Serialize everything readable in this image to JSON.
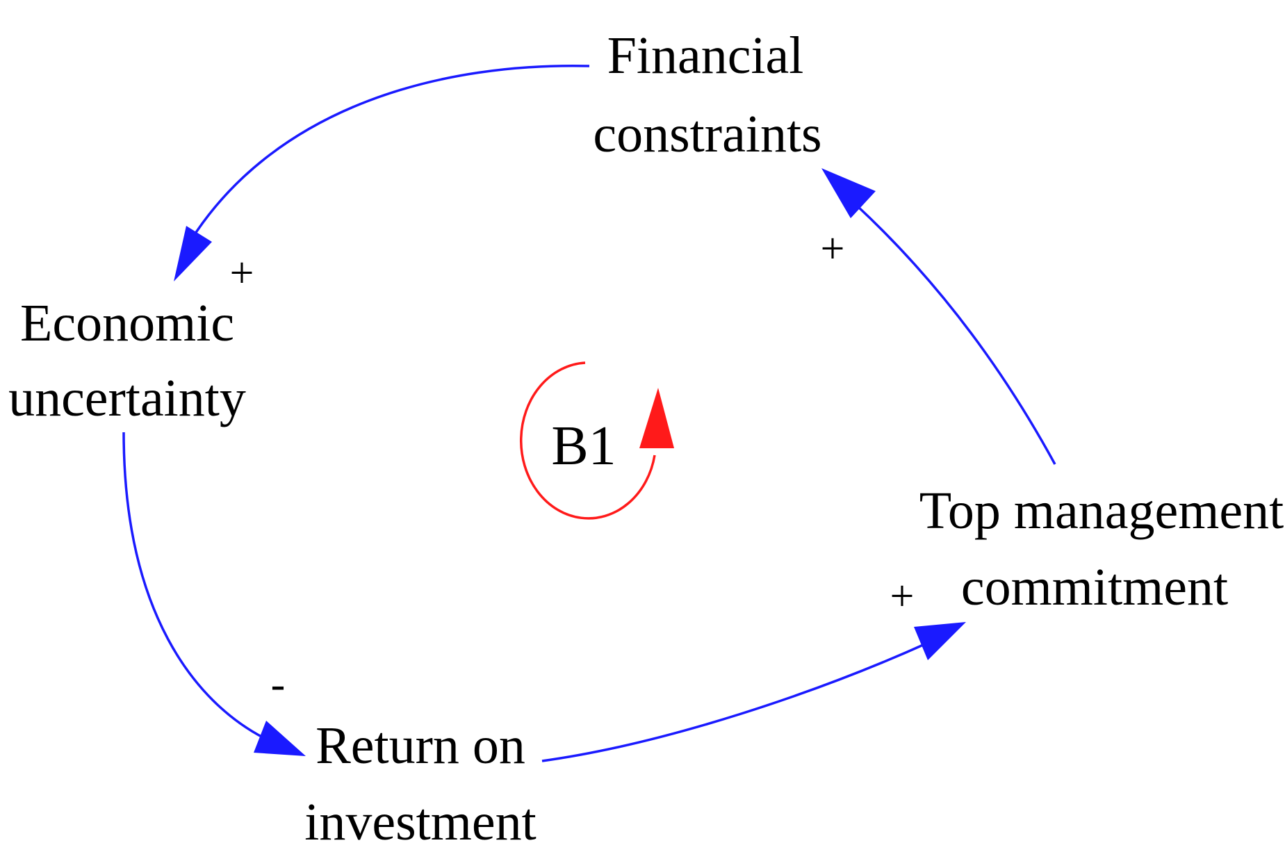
{
  "colors": {
    "link": "#1a1aff",
    "loop": "#ff1a1a",
    "text": "#000000",
    "background": "#ffffff"
  },
  "nodes": {
    "financial_constraints": {
      "line1": "Financial",
      "line2": "constraints"
    },
    "economic_uncertainty": {
      "line1": "Economic",
      "line2": "uncertainty"
    },
    "return_on_investment": {
      "line1": "Return on",
      "line2": "investment"
    },
    "top_management_commitment": {
      "line1": "Top management",
      "line2": "commitment"
    }
  },
  "links": [
    {
      "from": "Financial constraints",
      "to": "Economic uncertainty",
      "polarity": "+"
    },
    {
      "from": "Economic uncertainty",
      "to": "Return on investment",
      "polarity": "-"
    },
    {
      "from": "Return on investment",
      "to": "Top management commitment",
      "polarity": "+"
    },
    {
      "from": "Top management commitment",
      "to": "Financial constraints",
      "polarity": "+"
    }
  ],
  "loop": {
    "label": "B1"
  }
}
